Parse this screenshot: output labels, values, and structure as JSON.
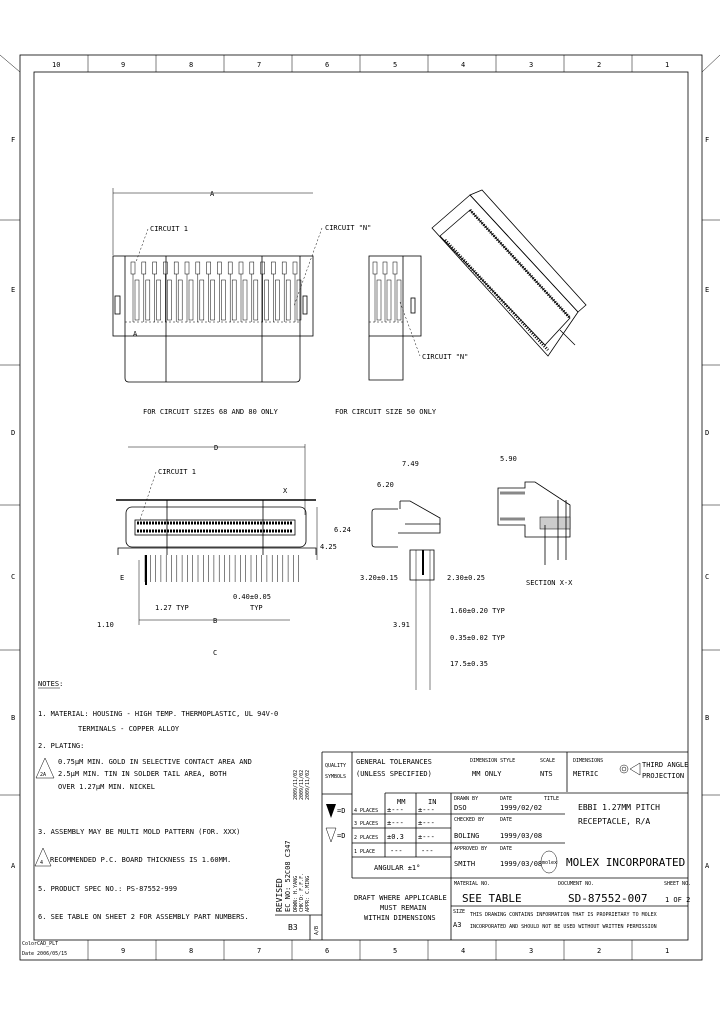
{
  "border": {
    "columns": [
      "10",
      "9",
      "8",
      "7",
      "6",
      "5",
      "4",
      "3",
      "2",
      "1"
    ],
    "rows": [
      "F",
      "E",
      "D",
      "C",
      "B",
      "A"
    ],
    "plot_stamp": [
      "ColorCAD_PLT",
      "Date 2006/05/15"
    ]
  },
  "views": {
    "top_left": {
      "dim_a": "A",
      "circuit_1": "CIRCUIT 1",
      "circuit_n": "CIRCUIT \"N\"",
      "pin_mark": "A",
      "caption": "FOR CIRCUIT SIZES 68 AND 80 ONLY"
    },
    "top_right": {
      "circuit_n": "CIRCUIT \"N\"",
      "caption": "FOR CIRCUIT SIZE 50 ONLY"
    },
    "front": {
      "dim_d": "D",
      "circuit_1": "CIRCUIT 1",
      "section_x": "X",
      "h1": "4.25",
      "h2": "6.24",
      "e": "E",
      "pitch": "1.27 TYP",
      "pin_w": "0.40±0.05",
      "pin_w_typ": "TYP",
      "b": "B",
      "offset": "1.10",
      "c": "C"
    },
    "side": {
      "w1": "7.49",
      "w2": "6.20",
      "t1": "3.20±0.15",
      "t2": "2.30±0.25",
      "row": "1.60±0.20 TYP",
      "d1": "3.91",
      "d2": "0.35±0.02 TYP",
      "d3": "17.5±0.35"
    },
    "section": {
      "w": "5.90",
      "caption": "SECTION X-X"
    }
  },
  "notes": {
    "title": "NOTES:",
    "lines": [
      "1. MATERIAL: HOUSING - HIGH TEMP. THERMOPLASTIC, UL 94V-0",
      "TERMINALS - COPPER ALLOY",
      "2. PLATING:",
      "0.75µM MIN. GOLD IN SELECTIVE CONTACT AREA AND",
      "2.5µM MIN. TIN IN SOLDER TAIL AREA, BOTH",
      "OVER 1.27µM MIN. NICKEL",
      "3. ASSEMBLY MAY BE MULTI MOLD PATTERN (FOR. XXX)",
      "RECOMMENDED P.C. BOARD THICKNESS IS 1.60MM.",
      "5. PRODUCT SPEC NO.: PS-87552-999",
      "6. SEE TABLE ON SHEET 2 FOR ASSEMBLY PART NUMBERS."
    ],
    "flag_2": "2A",
    "flag_4": "4"
  },
  "revision": {
    "lines": [
      "REVISED",
      "EC NO: 52C08 C347",
      "DRWN: H.YANG",
      "CHK'D: F.F.F.",
      "APPR: C.MING"
    ],
    "dates": [
      "2009/11/02",
      "2009/11/02",
      "2009/11/02"
    ],
    "rev": "B3",
    "sht": "A/B"
  },
  "title_block": {
    "quality_symbols": [
      "QUALITY",
      "SYMBOLS"
    ],
    "quality_rows": [
      "=D",
      "=D"
    ],
    "general_tolerances": [
      "GENERAL TOLERANCES",
      "(UNLESS SPECIFIED)"
    ],
    "dimension_style_label": "DIMENSION STYLE",
    "dimension_style": "MM ONLY",
    "scale_label": "SCALE",
    "scale": "NTS",
    "dimensions_label": "DIMENSIONS",
    "dimensions": "METRIC",
    "projection": [
      "THIRD ANGLE",
      "PROJECTION"
    ],
    "tol_headers": [
      "MM",
      "IN"
    ],
    "tol_rows": [
      [
        "4 PLACES",
        "±---",
        "±---"
      ],
      [
        "3 PLACES",
        "±---",
        "±---"
      ],
      [
        "2 PLACES",
        "±0.3",
        "±---"
      ],
      [
        "1 PLACE",
        "---",
        "---"
      ]
    ],
    "angular": "ANGULAR ±1°",
    "drawn_by_label": "DRAWN BY",
    "drawn_by": "DSO",
    "drawn_date_label": "DATE",
    "drawn_date": "1999/02/02",
    "title_label": "TITLE",
    "title": [
      "EBBI 1.27MM PITCH",
      "RECEPTACLE, R/A"
    ],
    "checked_by_label": "CHECKED BY",
    "checked_by": "BOLING",
    "checked_date_label": "DATE",
    "checked_date": "1999/03/08",
    "approved_by_label": "APPROVED BY",
    "approved_by": "SMITH",
    "approved_date_label": "DATE",
    "approved_date": "1999/03/08",
    "logo": "molex",
    "company": "MOLEX INCORPORATED",
    "draft_note": [
      "DRAFT WHERE APPLICABLE",
      "MUST REMAIN",
      "WITHIN DIMENSIONS"
    ],
    "material_label": "MATERIAL NO.",
    "material": "SEE TABLE",
    "document_label": "DOCUMENT NO.",
    "document": "SD-87552-007",
    "sheet_label": "SHEET NO.",
    "sheet": "1 OF 2",
    "size_label": "SIZE",
    "size": "A3",
    "proprietary": [
      "THIS DRAWING CONTAINS INFORMATION THAT IS PROPRIETARY TO MOLEX",
      "INCORPORATED AND SHOULD NOT BE USED WITHOUT WRITTEN PERMISSION"
    ]
  }
}
